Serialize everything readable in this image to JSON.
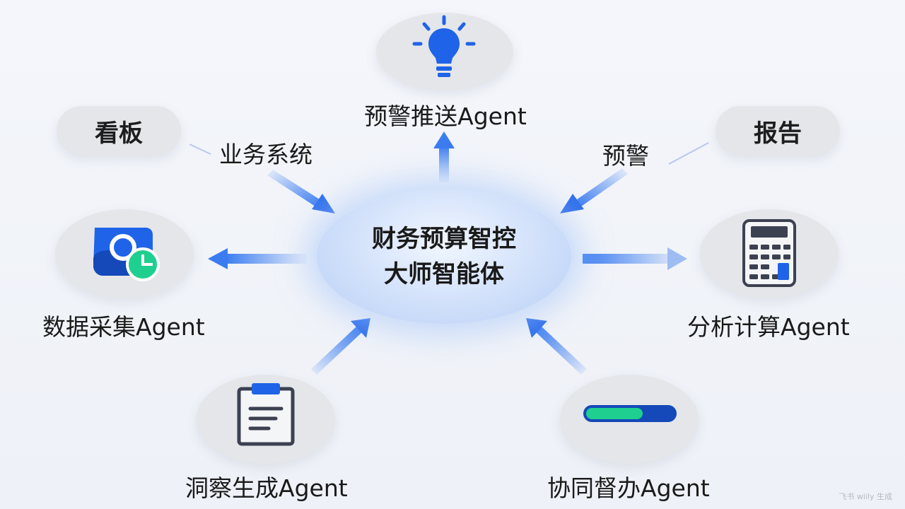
{
  "center": {
    "line1": "财务预算智控",
    "line2": "大师智能体"
  },
  "nodes": {
    "alert_push": "预警推送Agent",
    "data_collect": "数据采集Agent",
    "analysis_calc": "分析计算Agent",
    "insight_gen": "洞察生成Agent",
    "collab_supervise": "协同督办Agent"
  },
  "pills": {
    "dashboard": "看板",
    "report": "报告"
  },
  "edge_labels": {
    "business_system": "业务系统",
    "alert": "预警"
  },
  "watermark": "飞书 wiily 生成",
  "icons": {
    "alert_push": "lightbulb-icon",
    "data_collect": "user-pie-chart-icon",
    "analysis_calc": "calculator-icon",
    "insight_gen": "clipboard-icon",
    "collab_supervise": "progress-bar-icon"
  },
  "colors": {
    "accent_blue": "#1f63e8",
    "accent_green": "#1fcf8f",
    "node_bg": "#e4e6ea",
    "arrow_blue": "#3b7cf0"
  }
}
